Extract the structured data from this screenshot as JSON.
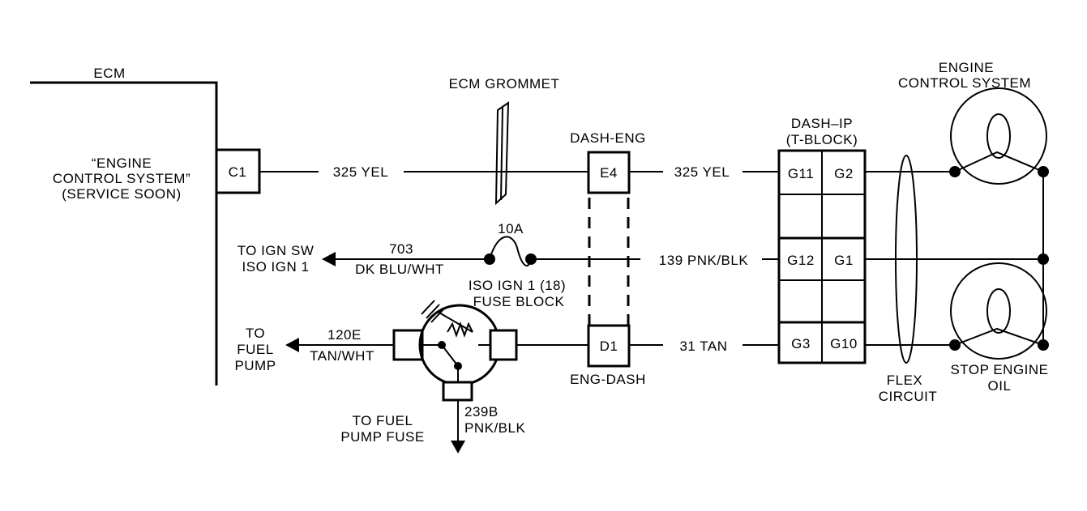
{
  "ecm": {
    "title": "ECM",
    "lamp_lines": [
      "“ENGINE",
      "CONTROL SYSTEM”",
      "(SERVICE SOON)"
    ],
    "connector": "C1"
  },
  "grommet": {
    "label": "ECM GROMMET"
  },
  "dash_eng": {
    "label": "DASH-ENG",
    "pin_top": "E4",
    "pin_bottom": "D1",
    "bottom_label": "ENG-DASH"
  },
  "dash_ip": {
    "label_lines": [
      "DASH–IP",
      "(T-BLOCK)"
    ],
    "pins": [
      "G11",
      "G2",
      "G12",
      "G1",
      "G3",
      "G10"
    ]
  },
  "wires": {
    "w325_left": "325 YEL",
    "w325_right": "325 YEL",
    "w139": "139 PNK/BLK",
    "w703_num": "703",
    "w703_color": "DK BLU/WHT",
    "w31": "31 TAN",
    "w120_num": "120E",
    "w120_color": "TAN/WHT",
    "w239_num": "239B",
    "w239_color": "PNK/BLK"
  },
  "fuse": {
    "rating": "10A",
    "line1": "ISO IGN 1 (18)",
    "line2": "FUSE BLOCK"
  },
  "destinations": {
    "ign_sw": [
      "TO IGN SW",
      "ISO IGN 1"
    ],
    "fuel_pump": [
      "TO",
      "FUEL",
      "PUMP"
    ],
    "fuel_pump_fuse": [
      "TO FUEL",
      "PUMP FUSE"
    ]
  },
  "flex": {
    "lines": [
      "FLEX",
      "CIRCUIT"
    ]
  },
  "lamps": {
    "engine_control": [
      "ENGINE",
      "CONTROL SYSTEM"
    ],
    "stop_engine": [
      "STOP ENGINE",
      "OIL"
    ]
  }
}
